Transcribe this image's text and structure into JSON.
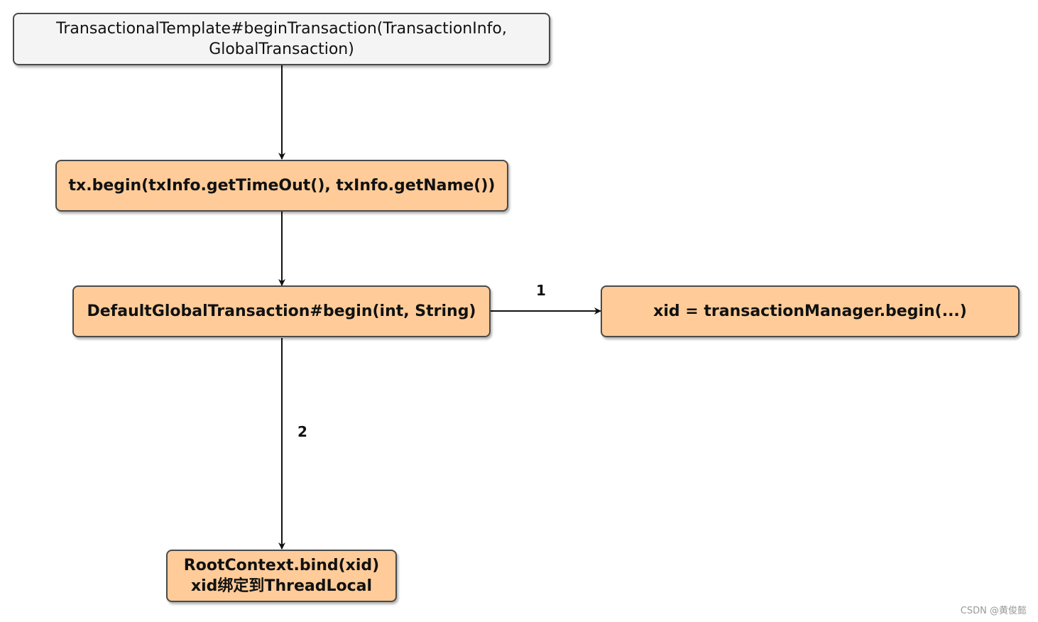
{
  "nodes": {
    "begin_transaction": {
      "line1": "TransactionalTemplate#beginTransaction(TransactionInfo,",
      "line2": "GlobalTransaction)"
    },
    "tx_begin": {
      "text": "tx.begin(txInfo.getTimeOut(), txInfo.getName())"
    },
    "default_global_begin": {
      "text": "DefaultGlobalTransaction#begin(int, String)"
    },
    "xid_assign": {
      "text": "xid = transactionManager.begin(...)"
    },
    "root_context_bind": {
      "line1": "RootContext.bind(xid)",
      "line2": "xid绑定到ThreadLocal"
    }
  },
  "edges": {
    "to_xid_label": "1",
    "to_root_label": "2"
  },
  "colors": {
    "start_fill": "#f4f4f4",
    "node_fill": "#ffcc99",
    "stroke": "#4a4a4a",
    "edge": "#111111"
  },
  "watermark": "CSDN @黄俊懿"
}
